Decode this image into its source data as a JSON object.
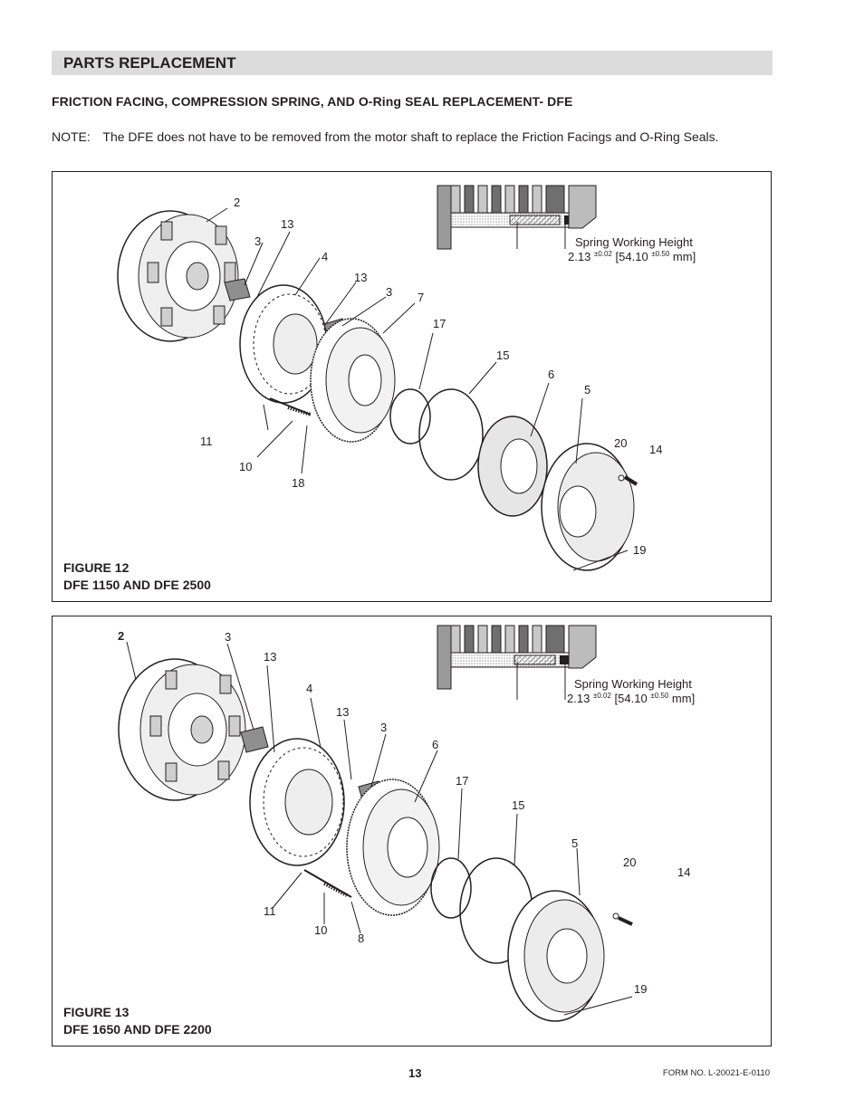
{
  "section": {
    "title": "PARTS REPLACEMENT"
  },
  "subheading": "FRICTION FACING, COMPRESSION SPRING, AND O-Ring SEAL REPLACEMENT- DFE",
  "note": {
    "label": "NOTE:",
    "text": "The DFE does not have to be removed from the motor shaft to replace the Friction Facings and O-Ring Seals."
  },
  "figures": [
    {
      "caption_line1": "FIGURE  12",
      "caption_line2": "DFE 1150 AND DFE 2500",
      "spring_label": "Spring Working Height",
      "spring_value_a": "2.13",
      "spring_tol_a": "±0.02",
      "spring_value_b": "[54.10",
      "spring_tol_b": "±0.50",
      "spring_unit": "mm]",
      "callouts": [
        "2",
        "3",
        "13",
        "4",
        "13",
        "3",
        "7",
        "17",
        "15",
        "6",
        "5",
        "20",
        "14",
        "11",
        "10",
        "18",
        "19"
      ]
    },
    {
      "caption_line1": "FIGURE  13",
      "caption_line2": "DFE 1650 AND DFE 2200",
      "spring_label": "Spring Working Height",
      "spring_value_a": "2.13",
      "spring_tol_a": "±0.02",
      "spring_value_b": "[54.10",
      "spring_tol_b": "±0.50",
      "spring_unit": "mm]",
      "callouts": [
        "2",
        "3",
        "13",
        "4",
        "13",
        "3",
        "6",
        "17",
        "15",
        "5",
        "20",
        "14",
        "11",
        "10",
        "8",
        "19"
      ]
    }
  ],
  "footer": {
    "page": "13",
    "form_no": "FORM NO. L-20021-E-0110"
  }
}
